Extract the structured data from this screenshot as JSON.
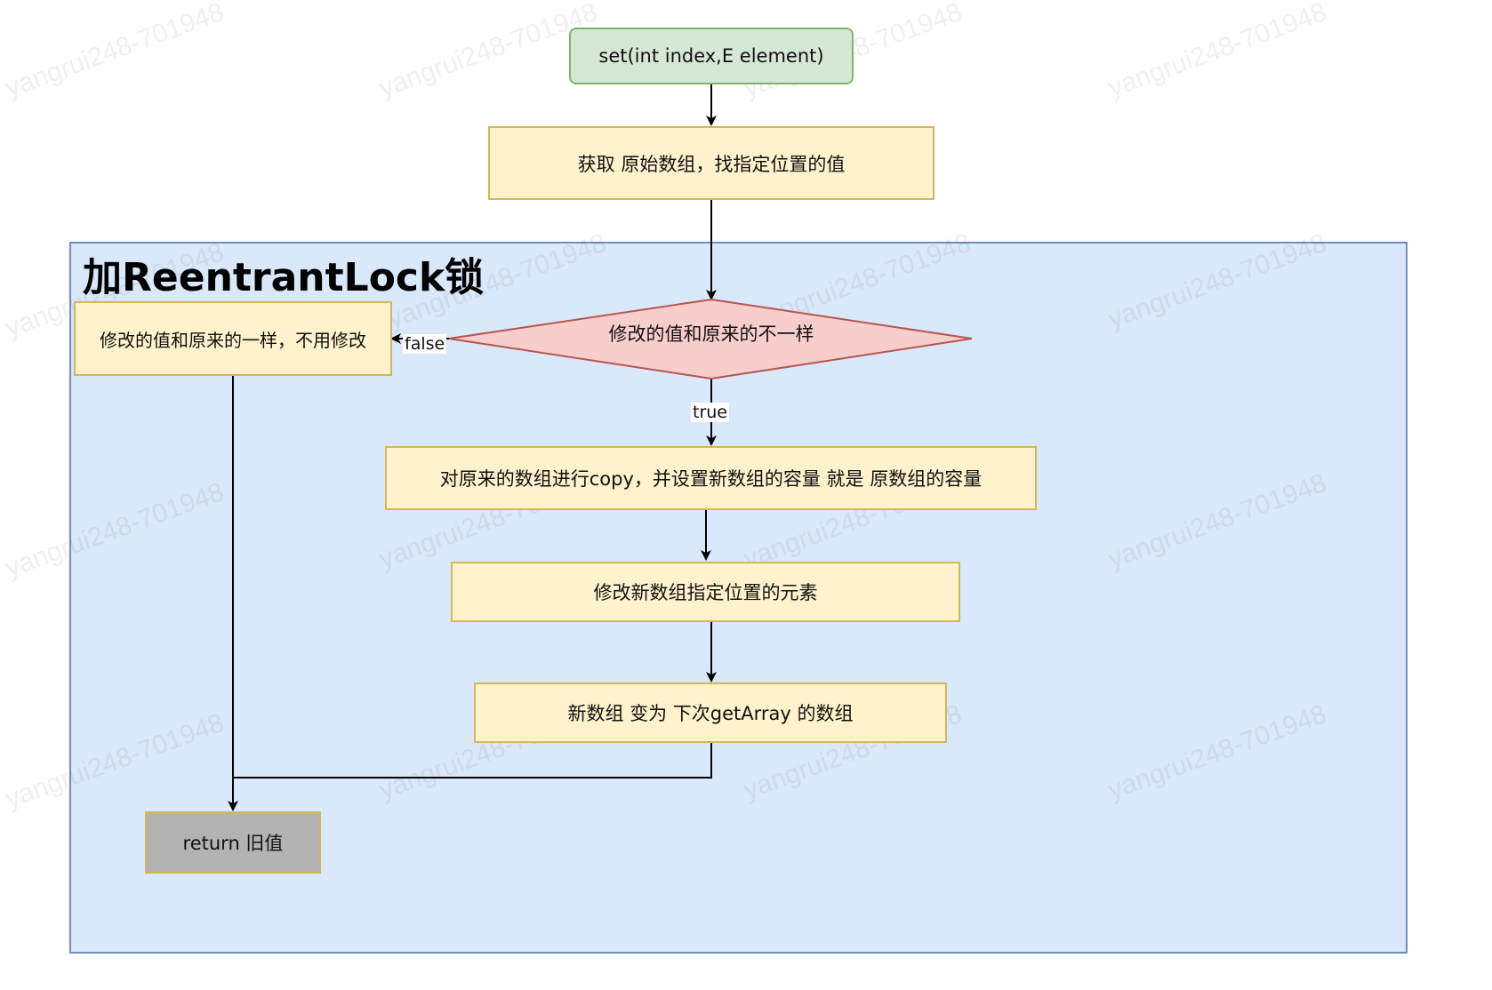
{
  "watermark": "yangrui248-701948",
  "lock_region": {
    "title": "加ReentrantLock锁"
  },
  "nodes": {
    "start": "set(int index,E element)",
    "get_array": "获取 原始数组，找指定位置的值",
    "decision": "修改的值和原来的不一样",
    "same_value": "修改的值和原来的一样，不用修改",
    "copy_array": "对原来的数组进行copy，并设置新数组的容量 就是 原数组的容量",
    "modify_element": "修改新数组指定位置的元素",
    "swap_array": "新数组 变为 下次getArray 的数组",
    "return_old": "return  旧值"
  },
  "edge_labels": {
    "false": "false",
    "true": "true"
  },
  "colors": {
    "start_fill": "#d5e8d4",
    "start_stroke": "#82b366",
    "process_fill": "#fff2cc",
    "process_stroke": "#d6b656",
    "decision_fill": "#f8cecc",
    "decision_stroke": "#b85450",
    "region_fill": "#dae8fc",
    "region_stroke": "#6c8ebf",
    "return_fill": "#b3b3b3"
  }
}
